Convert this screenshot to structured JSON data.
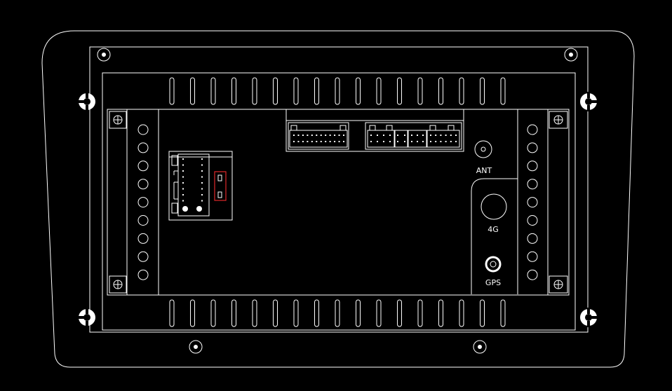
{
  "labels": {
    "ant": "ANT",
    "g4": "4G",
    "gps": "GPS"
  },
  "colors": {
    "background": "#000000",
    "line": "#ffffff",
    "highlight": "#e0282a"
  }
}
